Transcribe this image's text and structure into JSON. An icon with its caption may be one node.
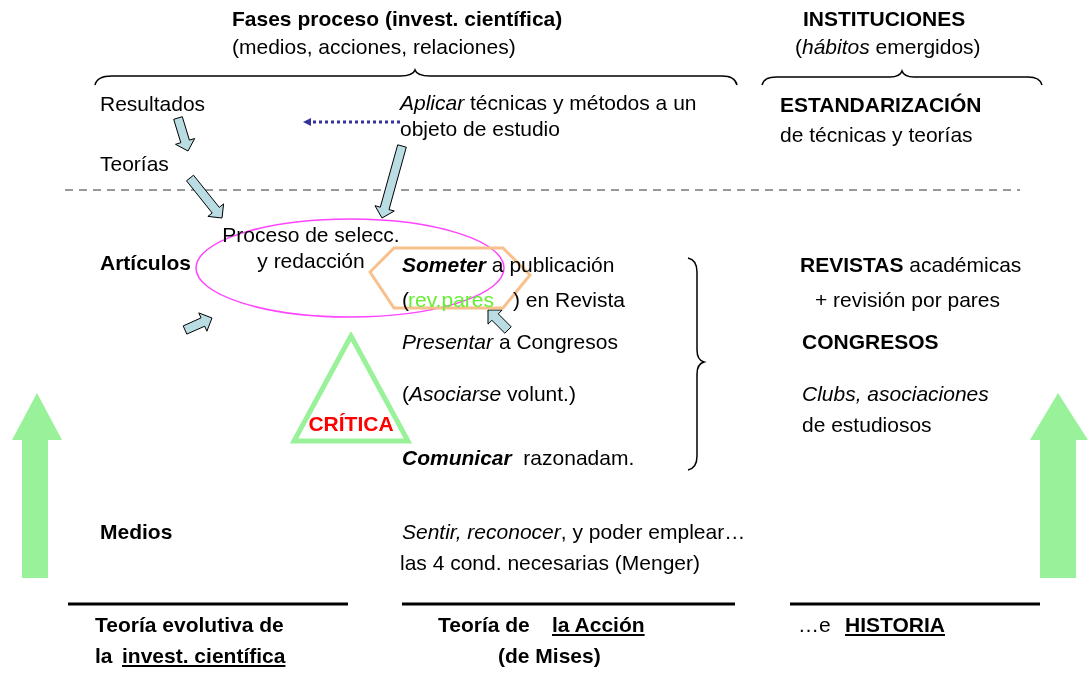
{
  "diagram": {
    "nodes": [
      {
        "text": [
          "Resultados"
        ]
      },
      {
        "text": [
          "Teorías"
        ]
      },
      {
        "text": [
          "*Aplicar* técnicas y métodos a un objeto de estudio"
        ]
      },
      {
        "text": [
          "Proceso de selecc. y redacción"
        ]
      },
      {
        "text": [
          "rev.pares"
        ]
      },
      {
        "text": [
          "CRÍTICA"
        ]
      }
    ],
    "edges": [
      {
        "from": 0,
        "to": 1,
        "arrow": "to"
      },
      {
        "from": 1,
        "to": 3,
        "arrow": "to"
      },
      {
        "from": 2,
        "to": 3,
        "arrow": "to"
      },
      {
        "from": null,
        "to": 3,
        "arrow": "to"
      },
      {
        "from": null,
        "to": 4,
        "arrow": "to"
      },
      {
        "from": 2,
        "to": null,
        "arrow": "to",
        "style": "dashed",
        "color": "#333399"
      }
    ],
    "labels": [
      "Fases proceso (invest. científica)",
      "(medios, acciones, relaciones)",
      "INSTITUCIONES",
      "(*hábitos* emergidos)",
      "ESTANDARIZACIÓN",
      "de técnicas y teorías",
      "Artículos",
      "**Someter** a publicación",
      "(",
      ") en Revista",
      "*Presentar* a Congresos",
      "(*Asociarse* volunt.)",
      "**Comunicar**  razonadam.",
      "**REVISTAS** académicas",
      "+ revisión por pares",
      "CONGRESOS",
      "*Clubs, asociaciones*",
      "de estudiosos",
      "Medios",
      "*Sentir, reconocer*, y poder emplear…",
      "las 4 cond. necesarias (Menger)",
      "Teoría evolutiva de",
      "la",
      "invest. científica",
      "Teoría de",
      "la Acción",
      "(de Mises)",
      "…e",
      "HISTORIA"
    ]
  }
}
